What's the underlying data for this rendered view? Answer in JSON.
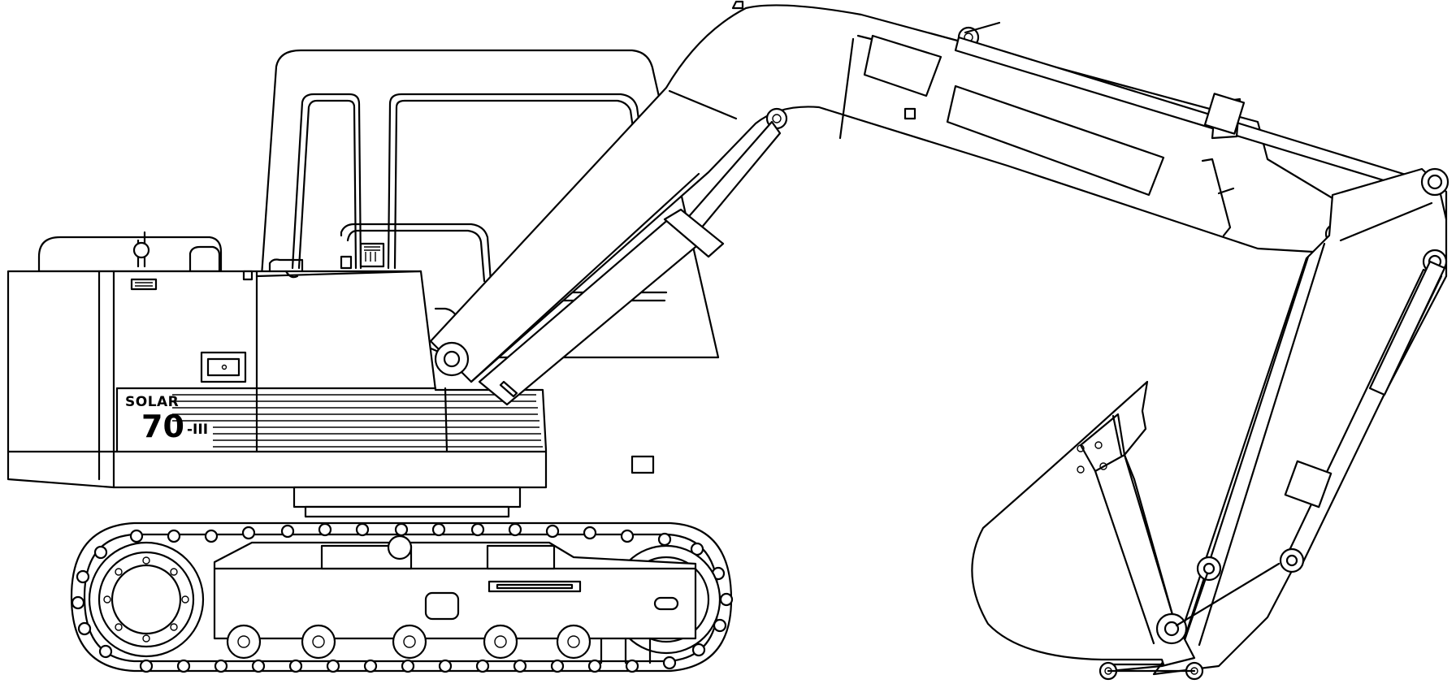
{
  "drawing": {
    "brand_label": "SOLAR",
    "model_number": "70",
    "model_suffix": "-III",
    "line_color": "#000000",
    "background_color": "#ffffff"
  }
}
